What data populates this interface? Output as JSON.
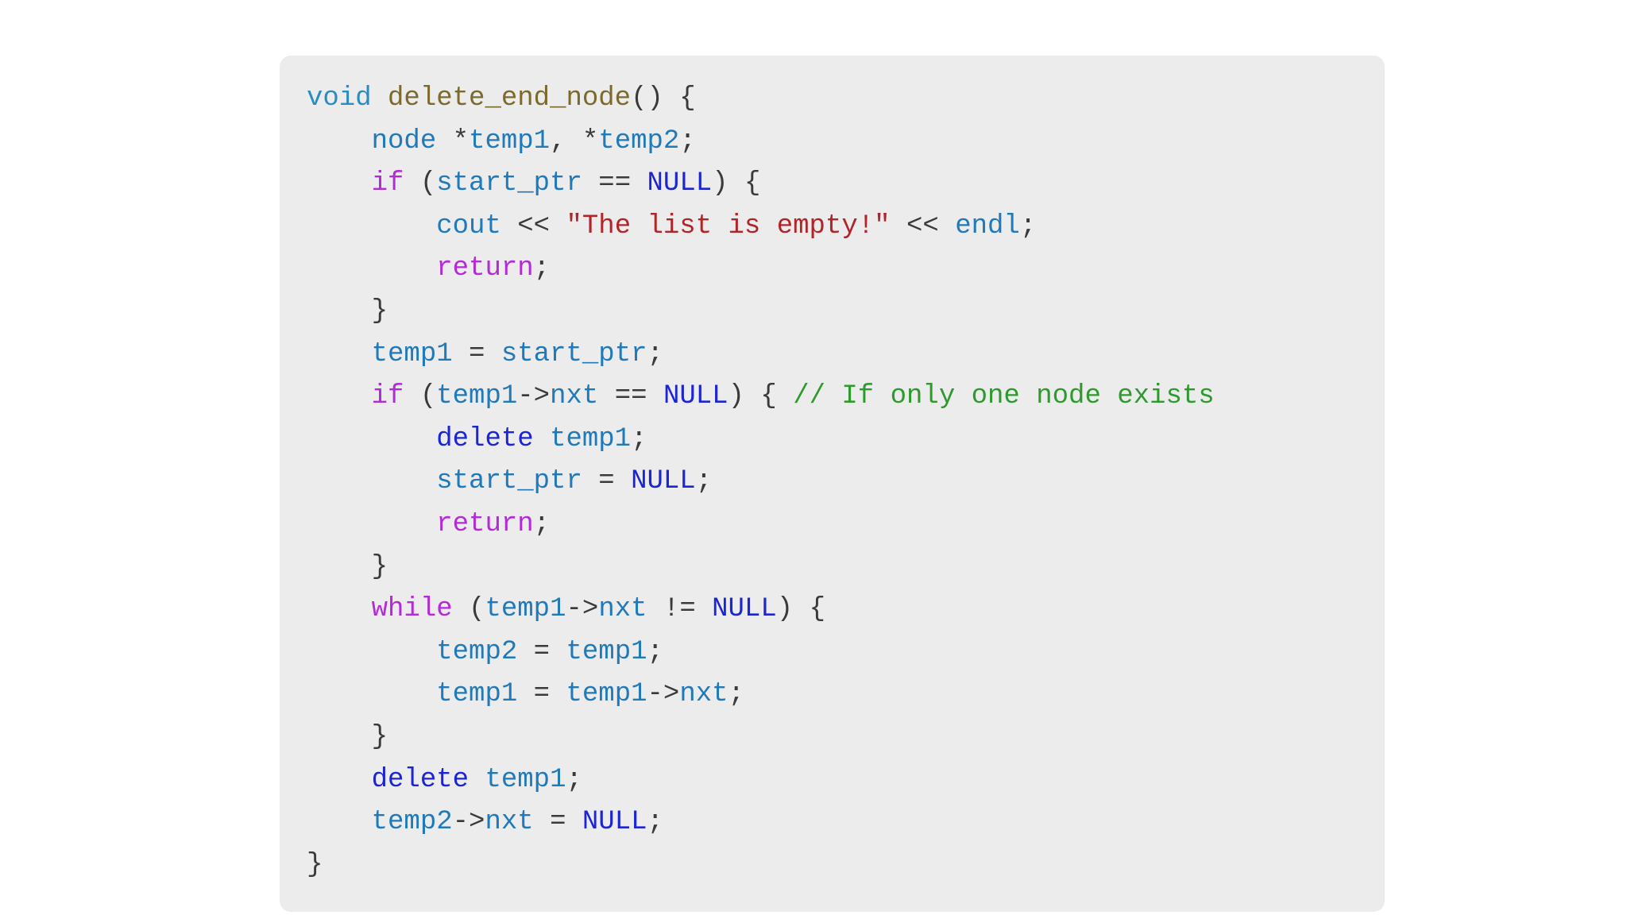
{
  "code": {
    "colors": {
      "background": "#ececec",
      "punct": "#3a3a3a",
      "type": "#2a8cc0",
      "ident": "#2079b8",
      "func": "#7c6a2c",
      "keyword": "#b32bd6",
      "keyword2": "#1c25d4",
      "const": "#1c25d4",
      "string": "#b0252a",
      "comment": "#2e9a2e"
    },
    "lines": [
      [
        [
          "type",
          "void"
        ],
        [
          "punct",
          " "
        ],
        [
          "func",
          "delete_end_node"
        ],
        [
          "punct",
          "() {"
        ]
      ],
      [
        [
          "punct",
          "    "
        ],
        [
          "ident",
          "node"
        ],
        [
          "punct",
          " *"
        ],
        [
          "ident",
          "temp1"
        ],
        [
          "punct",
          ", *"
        ],
        [
          "ident",
          "temp2"
        ],
        [
          "punct",
          ";"
        ]
      ],
      [
        [
          "punct",
          "    "
        ],
        [
          "keyword",
          "if"
        ],
        [
          "punct",
          " ("
        ],
        [
          "ident",
          "start_ptr"
        ],
        [
          "punct",
          " == "
        ],
        [
          "const",
          "NULL"
        ],
        [
          "punct",
          ") {"
        ]
      ],
      [
        [
          "punct",
          "        "
        ],
        [
          "ident",
          "cout"
        ],
        [
          "punct",
          " << "
        ],
        [
          "string",
          "\"The list is empty!\""
        ],
        [
          "punct",
          " << "
        ],
        [
          "ident",
          "endl"
        ],
        [
          "punct",
          ";"
        ]
      ],
      [
        [
          "punct",
          "        "
        ],
        [
          "keyword",
          "return"
        ],
        [
          "punct",
          ";"
        ]
      ],
      [
        [
          "punct",
          "    }"
        ]
      ],
      [
        [
          "punct",
          "    "
        ],
        [
          "ident",
          "temp1"
        ],
        [
          "punct",
          " = "
        ],
        [
          "ident",
          "start_ptr"
        ],
        [
          "punct",
          ";"
        ]
      ],
      [
        [
          "punct",
          "    "
        ],
        [
          "keyword",
          "if"
        ],
        [
          "punct",
          " ("
        ],
        [
          "ident",
          "temp1"
        ],
        [
          "punct",
          "->"
        ],
        [
          "ident",
          "nxt"
        ],
        [
          "punct",
          " == "
        ],
        [
          "const",
          "NULL"
        ],
        [
          "punct",
          ") { "
        ],
        [
          "comment",
          "// If only one node exists"
        ]
      ],
      [
        [
          "punct",
          "        "
        ],
        [
          "keyword2",
          "delete"
        ],
        [
          "punct",
          " "
        ],
        [
          "ident",
          "temp1"
        ],
        [
          "punct",
          ";"
        ]
      ],
      [
        [
          "punct",
          "        "
        ],
        [
          "ident",
          "start_ptr"
        ],
        [
          "punct",
          " = "
        ],
        [
          "const",
          "NULL"
        ],
        [
          "punct",
          ";"
        ]
      ],
      [
        [
          "punct",
          "        "
        ],
        [
          "keyword",
          "return"
        ],
        [
          "punct",
          ";"
        ]
      ],
      [
        [
          "punct",
          "    }"
        ]
      ],
      [
        [
          "punct",
          "    "
        ],
        [
          "keyword",
          "while"
        ],
        [
          "punct",
          " ("
        ],
        [
          "ident",
          "temp1"
        ],
        [
          "punct",
          "->"
        ],
        [
          "ident",
          "nxt"
        ],
        [
          "punct",
          " != "
        ],
        [
          "const",
          "NULL"
        ],
        [
          "punct",
          ") {"
        ]
      ],
      [
        [
          "punct",
          "        "
        ],
        [
          "ident",
          "temp2"
        ],
        [
          "punct",
          " = "
        ],
        [
          "ident",
          "temp1"
        ],
        [
          "punct",
          ";"
        ]
      ],
      [
        [
          "punct",
          "        "
        ],
        [
          "ident",
          "temp1"
        ],
        [
          "punct",
          " = "
        ],
        [
          "ident",
          "temp1"
        ],
        [
          "punct",
          "->"
        ],
        [
          "ident",
          "nxt"
        ],
        [
          "punct",
          ";"
        ]
      ],
      [
        [
          "punct",
          "    }"
        ]
      ],
      [
        [
          "punct",
          "    "
        ],
        [
          "keyword2",
          "delete"
        ],
        [
          "punct",
          " "
        ],
        [
          "ident",
          "temp1"
        ],
        [
          "punct",
          ";"
        ]
      ],
      [
        [
          "punct",
          "    "
        ],
        [
          "ident",
          "temp2"
        ],
        [
          "punct",
          "->"
        ],
        [
          "ident",
          "nxt"
        ],
        [
          "punct",
          " = "
        ],
        [
          "const",
          "NULL"
        ],
        [
          "punct",
          ";"
        ]
      ],
      [
        [
          "punct",
          "}"
        ]
      ]
    ]
  }
}
